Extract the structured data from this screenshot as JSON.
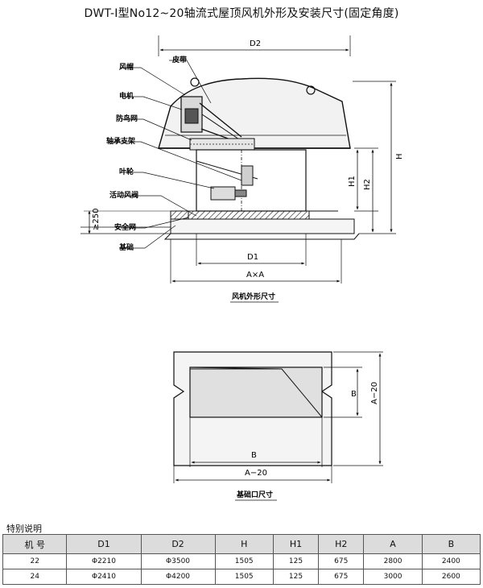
{
  "title": "DWT-Ⅰ型No12~20轴流式屋顶风机外形及安装尺寸(固定角度)",
  "fan_view": {
    "labels": {
      "hood": "风帽",
      "belt": "皮带",
      "motor": "电机",
      "bird_net": "防鸟网",
      "bearing_bracket": "轴承支架",
      "impeller": "叶轮",
      "movable_damper": "活动风阀",
      "safety_net": "安全网",
      "foundation": "基础"
    },
    "dims": {
      "D2": "D2",
      "H": "H",
      "H1": "H1",
      "H2": "H2",
      "base_height": "≥250",
      "D1": "D1",
      "AxA": "A×A"
    },
    "caption": "风机外形尺寸"
  },
  "opening_view": {
    "dims": {
      "B_vertical": "B",
      "A20_vertical": "A−20",
      "B_horizontal": "B",
      "A20_horizontal": "A−20"
    },
    "caption": "基础口尺寸"
  },
  "notes_title": "特别说明",
  "table": {
    "headers": [
      "机 号",
      "D1",
      "D2",
      "H",
      "H1",
      "H2",
      "A",
      "B"
    ],
    "rows": [
      [
        "22",
        "Φ2210",
        "Φ3500",
        "1505",
        "125",
        "675",
        "2800",
        "2400"
      ],
      [
        "24",
        "Φ2410",
        "Φ4200",
        "1505",
        "125",
        "675",
        "3000",
        "2600"
      ]
    ]
  }
}
